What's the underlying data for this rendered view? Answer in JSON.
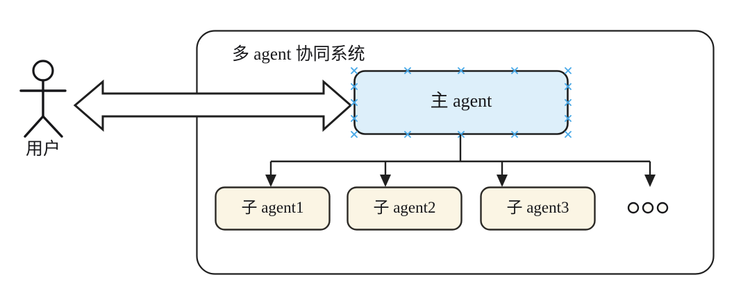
{
  "diagram": {
    "title": "多 agent 协同系统",
    "actor": {
      "label": "用户",
      "icon": "stick-figure-actor-icon"
    },
    "connector": {
      "type": "double-headed-block-arrow",
      "direction": "bidirectional"
    },
    "main_agent": {
      "label": "主 agent",
      "fill": "#ddeffa",
      "stroke": "#1f1f1f",
      "selected": true,
      "handle_color": "#49a9e8"
    },
    "sub_agents": [
      {
        "label": "子 agent1"
      },
      {
        "label": "子 agent2"
      },
      {
        "label": "子 agent3"
      }
    ],
    "more_indicator": {
      "glyph": "ooo",
      "count": 3,
      "meaning": "additional-sub-agents-ellipsis"
    },
    "colors": {
      "container_fill": "#ffffff",
      "container_stroke": "#1f1f1f",
      "sub_agent_fill": "#fbf5e4",
      "sub_agent_stroke": "#2c2a26",
      "line": "#1f1f1f",
      "text": "#17171a"
    }
  }
}
